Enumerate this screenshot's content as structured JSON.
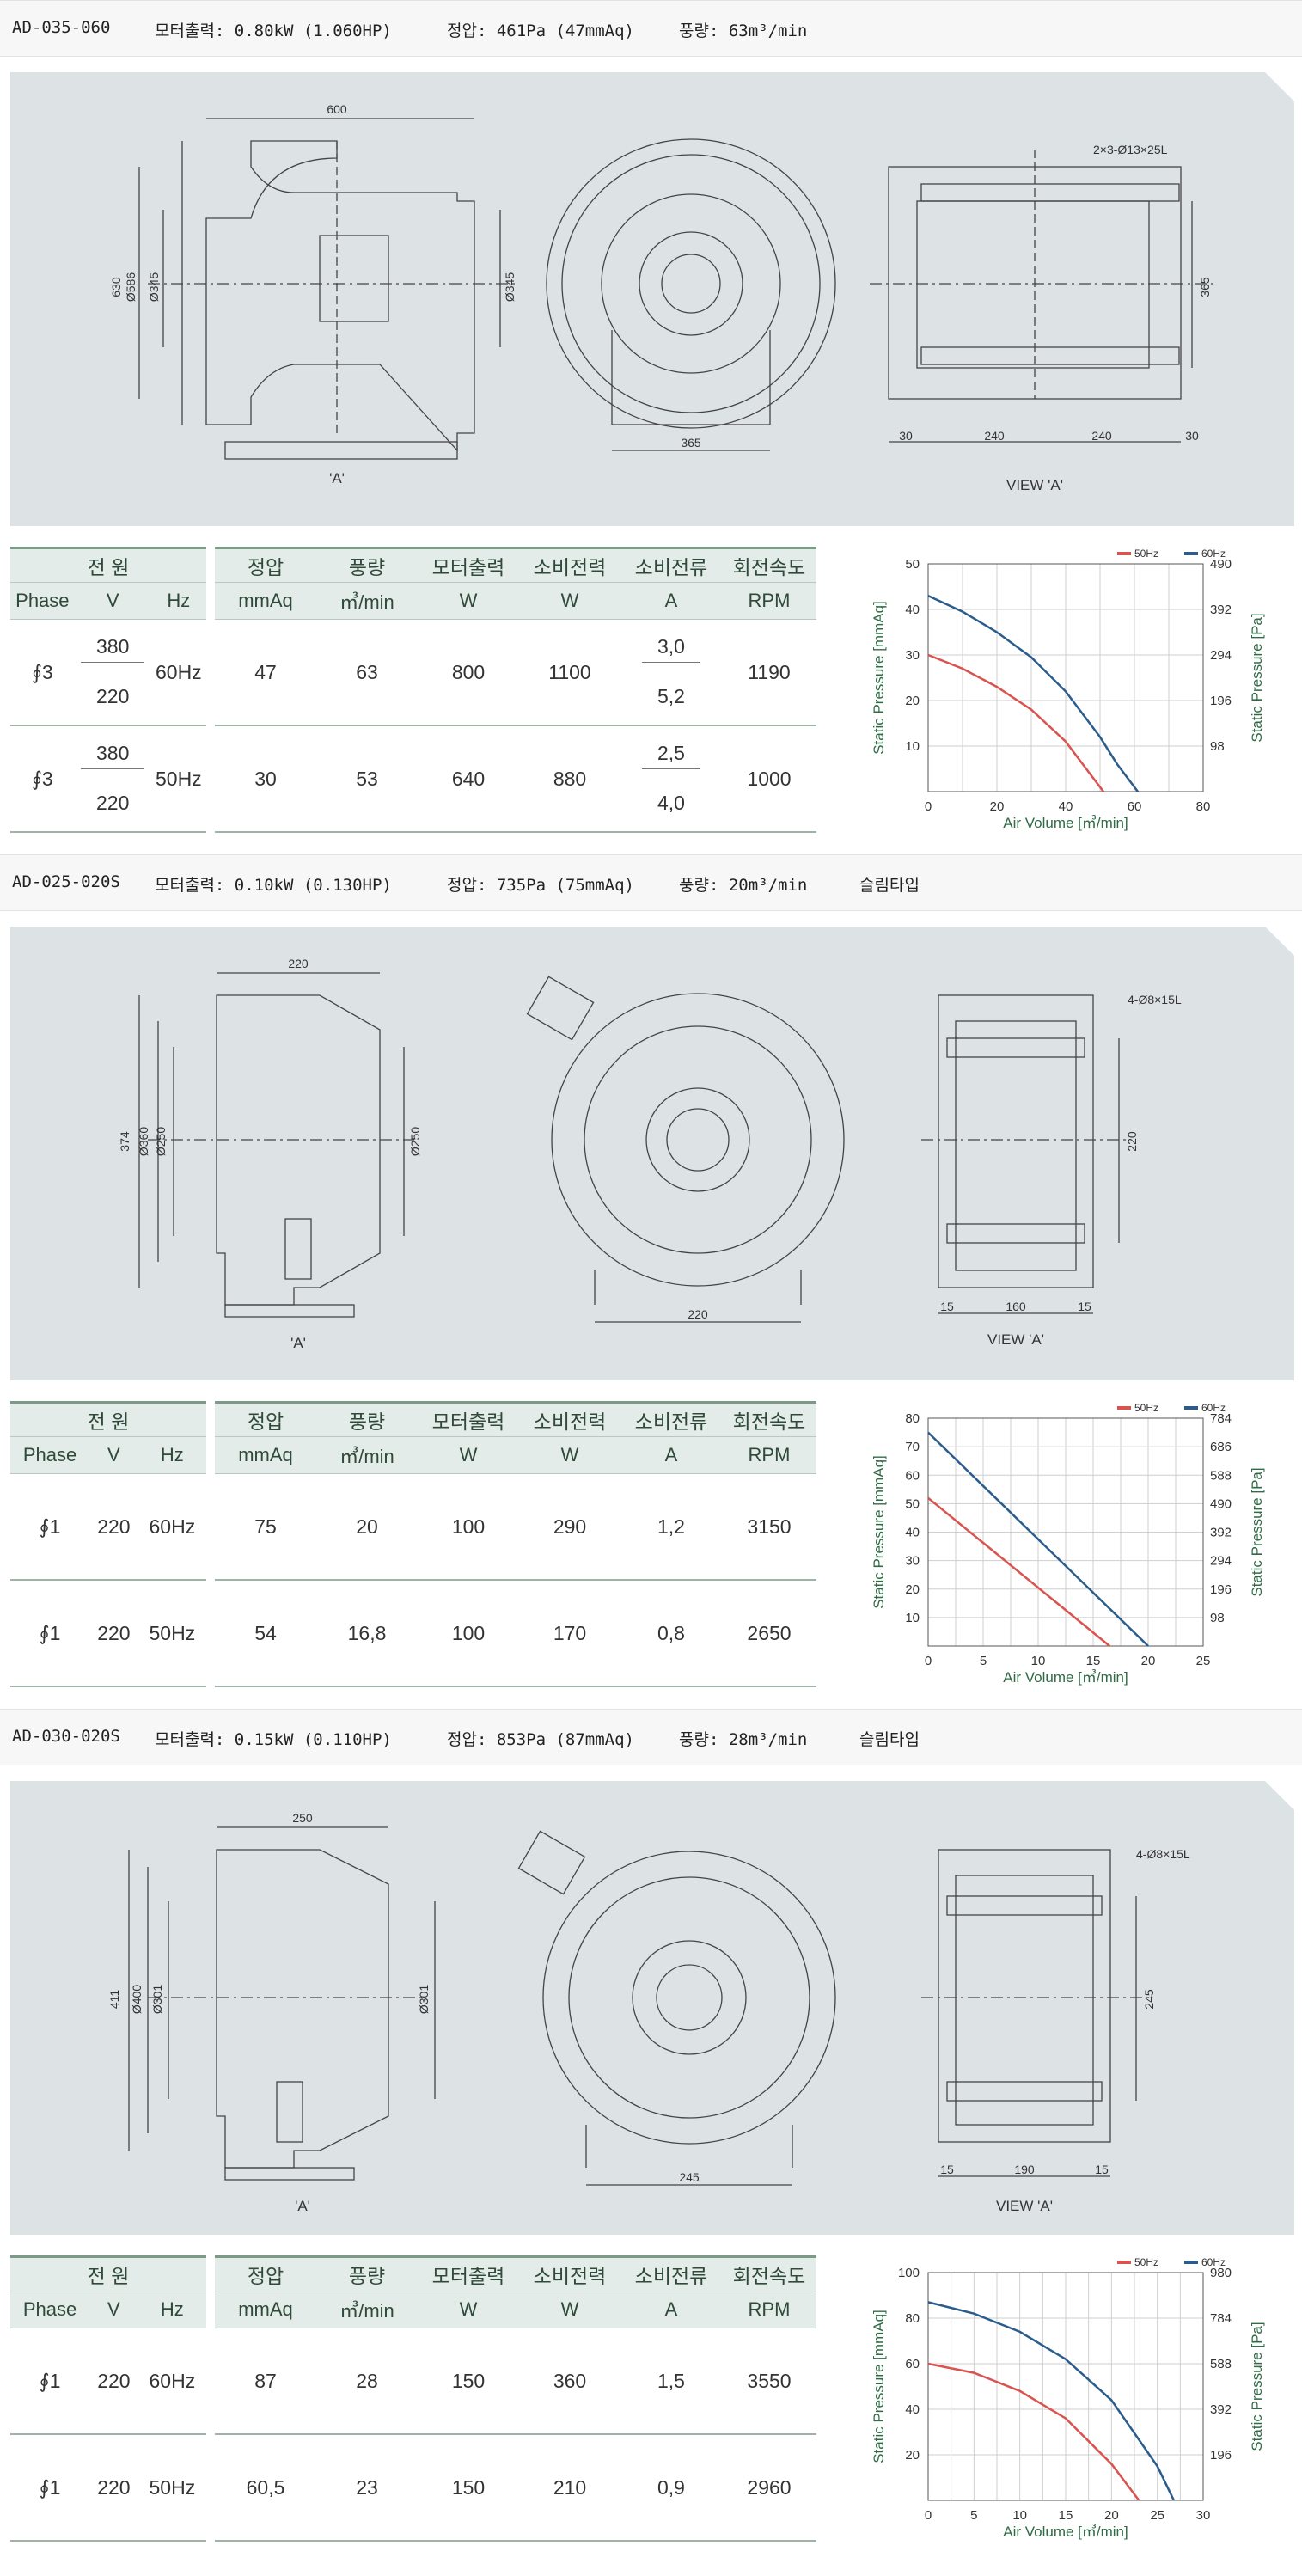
{
  "models": [
    {
      "spec": {
        "model": "AD-035-060",
        "output": "모터출력: 0.80kW (1.060HP)",
        "pressure": "정압: 461Pa (47mmAq)",
        "flow": "풍량: 63m³/min",
        "type": ""
      },
      "drawing": {
        "top_width": "600",
        "h_total": "630",
        "d_outer": "Ø586",
        "d_inner": "Ø345",
        "d_right": "Ø345",
        "base_width": "365",
        "view_a": "'A'",
        "holes": "2×3-Ø13×25L",
        "right_h": "365",
        "dims_bottom": [
          "30",
          "240",
          "240",
          "30"
        ],
        "view_label": "VIEW 'A'"
      },
      "table": {
        "headers1": [
          "전 원",
          "정압",
          "풍량",
          "모터출력",
          "소비전력",
          "소비전류",
          "회전속도"
        ],
        "headers2": [
          "Phase",
          "V",
          "Hz",
          "mmAq",
          "㎥/min",
          "W",
          "W",
          "A",
          "RPM"
        ],
        "rows": [
          {
            "phase": "∮3",
            "v_top": "380",
            "v_bot": "220",
            "hz": "60Hz",
            "mmaq": "47",
            "flow": "63",
            "motor": "800",
            "power": "1100",
            "a_top": "3,0",
            "a_bot": "5,2",
            "rpm": "1190"
          },
          {
            "phase": "∮3",
            "v_top": "380",
            "v_bot": "220",
            "hz": "50Hz",
            "mmaq": "30",
            "flow": "53",
            "motor": "640",
            "power": "880",
            "a_top": "2,5",
            "a_bot": "4,0",
            "rpm": "1000"
          }
        ]
      },
      "chart_data": {
        "type": "line",
        "xlabel": "Air Volume [㎥/min]",
        "ylabel": "Static Pressure [mmAq]",
        "ylabel_right": "Static Pressure [Pa]",
        "xlim": [
          0,
          80
        ],
        "ylim": [
          0,
          50
        ],
        "x_ticks": [
          "0",
          "20",
          "40",
          "60",
          "80"
        ],
        "y_ticks": [
          "10",
          "20",
          "30",
          "40",
          "50"
        ],
        "y2_ticks": [
          "98",
          "196",
          "294",
          "392",
          "490"
        ],
        "series": [
          {
            "name": "50Hz",
            "color": "#d9534f",
            "points": [
              [
                0,
                30
              ],
              [
                10,
                27
              ],
              [
                20,
                23
              ],
              [
                30,
                18
              ],
              [
                40,
                11
              ],
              [
                45,
                6
              ],
              [
                51,
                0
              ]
            ]
          },
          {
            "name": "60Hz",
            "color": "#2a5d8c",
            "points": [
              [
                0,
                43
              ],
              [
                10,
                39.5
              ],
              [
                20,
                35
              ],
              [
                30,
                29.5
              ],
              [
                40,
                22
              ],
              [
                50,
                12
              ],
              [
                55,
                6
              ],
              [
                61,
                0
              ]
            ]
          }
        ]
      }
    },
    {
      "spec": {
        "model": "AD-025-020S",
        "output": "모터출력: 0.10kW (0.130HP)",
        "pressure": "정압: 735Pa (75mmAq)",
        "flow": "풍량: 20m³/min",
        "type": "슬림타입"
      },
      "drawing": {
        "top_width": "220",
        "h_total": "374",
        "d_outer": "Ø360",
        "d_inner": "Ø250",
        "d_right": "Ø250",
        "base_width": "220",
        "view_a": "'A'",
        "holes": "4-Ø8×15L",
        "right_h": "220",
        "dims_bottom": [
          "15",
          "160",
          "15"
        ],
        "view_label": "VIEW 'A'"
      },
      "table": {
        "headers1": [
          "전 원",
          "정압",
          "풍량",
          "모터출력",
          "소비전력",
          "소비전류",
          "회전속도"
        ],
        "headers2": [
          "Phase",
          "V",
          "Hz",
          "mmAq",
          "㎥/min",
          "W",
          "W",
          "A",
          "RPM"
        ],
        "rows": [
          {
            "phase": "∮1",
            "v": "220",
            "hz": "60Hz",
            "mmaq": "75",
            "flow": "20",
            "motor": "100",
            "power": "290",
            "a": "1,2",
            "rpm": "3150"
          },
          {
            "phase": "∮1",
            "v": "220",
            "hz": "50Hz",
            "mmaq": "54",
            "flow": "16,8",
            "motor": "100",
            "power": "170",
            "a": "0,8",
            "rpm": "2650"
          }
        ]
      },
      "chart_data": {
        "type": "line",
        "xlabel": "Air Volume [㎥/min]",
        "ylabel": "Static Pressure [mmAq]",
        "ylabel_right": "Static Pressure [Pa]",
        "xlim": [
          0,
          25
        ],
        "ylim": [
          0,
          80
        ],
        "x_ticks": [
          "0",
          "5",
          "10",
          "15",
          "20",
          "25"
        ],
        "y_ticks": [
          "10",
          "20",
          "30",
          "40",
          "50",
          "60",
          "70",
          "80"
        ],
        "y2_ticks": [
          "98",
          "196",
          "294",
          "392",
          "490",
          "588",
          "686",
          "784"
        ],
        "series": [
          {
            "name": "50Hz",
            "color": "#d9534f",
            "points": [
              [
                0,
                52
              ],
              [
                16.5,
                0
              ]
            ]
          },
          {
            "name": "60Hz",
            "color": "#2a5d8c",
            "points": [
              [
                0,
                75
              ],
              [
                20,
                0
              ]
            ]
          }
        ]
      }
    },
    {
      "spec": {
        "model": "AD-030-020S",
        "output": "모터출력: 0.15kW (0.110HP)",
        "pressure": "정압: 853Pa (87mmAq)",
        "flow": "풍량: 28m³/min",
        "type": "슬림타입"
      },
      "drawing": {
        "top_width": "250",
        "h_total": "411",
        "d_outer": "Ø400",
        "d_inner": "Ø301",
        "d_right": "Ø301",
        "base_width": "245",
        "view_a": "'A'",
        "holes": "4-Ø8×15L",
        "right_h": "245",
        "dims_bottom": [
          "15",
          "190",
          "15"
        ],
        "view_label": "VIEW 'A'"
      },
      "table": {
        "headers1": [
          "전 원",
          "정압",
          "풍량",
          "모터출력",
          "소비전력",
          "소비전류",
          "회전속도"
        ],
        "headers2": [
          "Phase",
          "V",
          "Hz",
          "mmAq",
          "㎥/min",
          "W",
          "W",
          "A",
          "RPM"
        ],
        "rows": [
          {
            "phase": "∮1",
            "v": "220",
            "hz": "60Hz",
            "mmaq": "87",
            "flow": "28",
            "motor": "150",
            "power": "360",
            "a": "1,5",
            "rpm": "3550"
          },
          {
            "phase": "∮1",
            "v": "220",
            "hz": "50Hz",
            "mmaq": "60,5",
            "flow": "23",
            "motor": "150",
            "power": "210",
            "a": "0,9",
            "rpm": "2960"
          }
        ]
      },
      "chart_data": {
        "type": "line",
        "xlabel": "Air Volume [㎥/min]",
        "ylabel": "Static Pressure [mmAq]",
        "ylabel_right": "Static Pressure [Pa]",
        "xlim": [
          0,
          30
        ],
        "ylim": [
          0,
          100
        ],
        "x_ticks": [
          "0",
          "5",
          "10",
          "15",
          "20",
          "25",
          "30"
        ],
        "y_ticks": [
          "20",
          "40",
          "60",
          "80",
          "100"
        ],
        "y2_ticks": [
          "196",
          "392",
          "588",
          "784",
          "980"
        ],
        "series": [
          {
            "name": "50Hz",
            "color": "#d9534f",
            "points": [
              [
                0,
                60
              ],
              [
                5,
                56
              ],
              [
                10,
                48
              ],
              [
                15,
                36
              ],
              [
                20,
                16
              ],
              [
                23,
                0
              ]
            ]
          },
          {
            "name": "60Hz",
            "color": "#2a5d8c",
            "points": [
              [
                0,
                87
              ],
              [
                5,
                82
              ],
              [
                10,
                74
              ],
              [
                15,
                62
              ],
              [
                20,
                44
              ],
              [
                25,
                15
              ],
              [
                26.8,
                0
              ]
            ]
          }
        ]
      }
    }
  ]
}
